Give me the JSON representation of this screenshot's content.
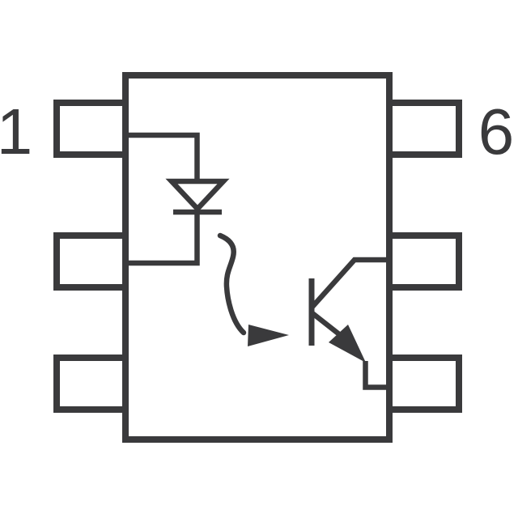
{
  "colors": {
    "line": "#3a3a3c",
    "background": "#ffffff"
  },
  "diagram": {
    "type": "optocoupler-schematic",
    "package": "6-pin-ic-package-outline",
    "pin_labels": {
      "pin1": "1",
      "pin6": "6"
    },
    "symbols": {
      "emitter_side": "led-diode-symbol",
      "detector_side": "npn-phototransistor-symbol",
      "coupling": "light-wave-arrow"
    }
  }
}
